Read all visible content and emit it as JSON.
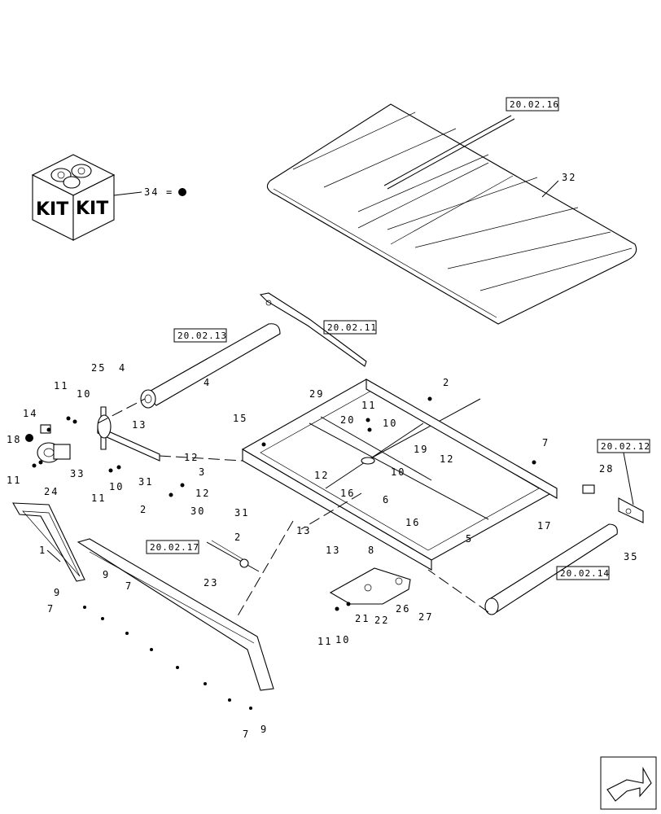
{
  "kit": {
    "label_left": "KIT",
    "label_right": "KIT",
    "callout": "34",
    "equals": "="
  },
  "references": {
    "r1": "20.02.16",
    "r2": "20.02.11",
    "r3": "20.02.13",
    "r4": "20.02.12",
    "r5": "20.02.17",
    "r6": "20.02.14"
  },
  "callouts": {
    "c1": "1",
    "c2": "2",
    "c3": "2",
    "c4": "2",
    "c5": "3",
    "c6": "4",
    "c7": "4",
    "c8": "5",
    "c9": "6",
    "c10": "7",
    "c11": "7",
    "c12": "7",
    "c13": "7",
    "c14": "8",
    "c15": "9",
    "c16": "9",
    "c17": "9",
    "c18": "10",
    "c19": "10",
    "c20": "10",
    "c21": "10",
    "c22": "10",
    "c23": "11",
    "c24": "11",
    "c25": "11",
    "c26": "11",
    "c27": "11",
    "c28": "12",
    "c29": "12",
    "c30": "12",
    "c31": "12",
    "c32": "13",
    "c33": "13",
    "c34": "13",
    "c35": "14",
    "c36": "15",
    "c37": "16",
    "c38": "16",
    "c39": "17",
    "c40": "18",
    "c41": "19",
    "c42": "20",
    "c43": "21",
    "c44": "22",
    "c45": "23",
    "c46": "24",
    "c47": "25",
    "c48": "26",
    "c49": "27",
    "c50": "28",
    "c51": "29",
    "c52": "30",
    "c53": "31",
    "c54": "31",
    "c55": "32",
    "c56": "33",
    "c57": "35"
  },
  "colors": {
    "ink": "#000000",
    "paper": "#ffffff"
  },
  "icons": {
    "nav": "forward-arrow-icon",
    "kit": "kit-box-icon"
  }
}
